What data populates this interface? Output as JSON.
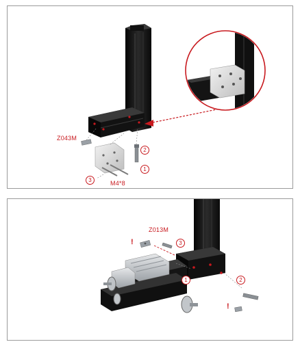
{
  "top": {
    "part_label": "Z043M",
    "screw_label": "M4*8",
    "markers": [
      "1",
      "2",
      "3"
    ]
  },
  "bottom": {
    "part_label": "Z013M",
    "markers": [
      "1",
      "2",
      "3"
    ],
    "warning": "!"
  },
  "colors": {
    "accent": "#c8191e",
    "frame": "#9a9a9a",
    "metal_dark": "#161616",
    "metal_light": "#cfd2d6"
  }
}
